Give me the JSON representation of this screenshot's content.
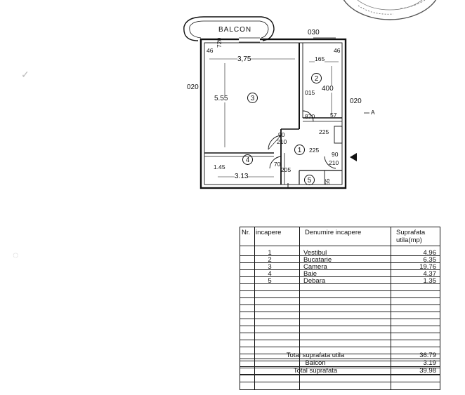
{
  "plan": {
    "balcony_label": "BALCON",
    "dimensions": {
      "d_375": "3,75",
      "d_555": "5.55",
      "d_020_left": "020",
      "d_020_right": "020",
      "d_030": "030",
      "d_46_left": "46",
      "d_46_right": "46",
      "d_720": "720",
      "d_165": "165",
      "d_400": "400",
      "d_015": "015",
      "d_57": "57",
      "d_225_top": "225",
      "d_225_mid": "225",
      "d_90_left": "90",
      "d_210_left": "210",
      "d_90_right": "90",
      "d_210_right": "210",
      "d_145": "1.45",
      "d_313": "3.13",
      "d_70": "70",
      "d_205": "205",
      "d_55": "55",
      "d_870": "870"
    },
    "rooms": {
      "r1": "1",
      "r2": "2",
      "r3": "3",
      "r4": "4",
      "r5": "5"
    },
    "mark_a": "A"
  },
  "table": {
    "headers": {
      "nr": "Nr.",
      "incapere": "incapere",
      "denumire": "Denumire incapere",
      "suprafata_line1": "Suprafata",
      "suprafata_line2": "utila(mp)"
    },
    "rows": [
      {
        "nr": "1",
        "name": "Vestibul",
        "area": "4.96"
      },
      {
        "nr": "2",
        "name": "Bucatarie",
        "area": "6.35"
      },
      {
        "nr": "3",
        "name": "Camera",
        "area": "19.76"
      },
      {
        "nr": "4",
        "name": "Baie",
        "area": "4.37"
      },
      {
        "nr": "5",
        "name": "Debara",
        "area": "1.35"
      }
    ],
    "totals": [
      {
        "label": "Total suprafata utila",
        "value": "36.79"
      },
      {
        "label": "Balcon",
        "value": "3.19"
      },
      {
        "label": "Total suprafata",
        "value": "39.98"
      }
    ]
  }
}
